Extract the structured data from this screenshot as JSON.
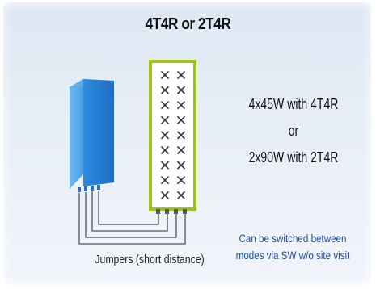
{
  "title": "4T4R or 2T4R",
  "modes": {
    "option_a": "4x45W with 4T4R",
    "separator": "or",
    "option_b": "2x90W with 2T4R"
  },
  "switch_note": {
    "line1": "Can be switched between",
    "line2": "modes via SW w/o site visit"
  },
  "jumpers_label": "Jumpers (short distance)",
  "colors": {
    "radio_unit": "#2a86d8",
    "antenna_frame": "#9ec21b",
    "note_text": "#1f4aa8"
  },
  "antenna": {
    "columns": 2,
    "rows": 9,
    "element_icon": "cross-polarized-element-icon"
  }
}
